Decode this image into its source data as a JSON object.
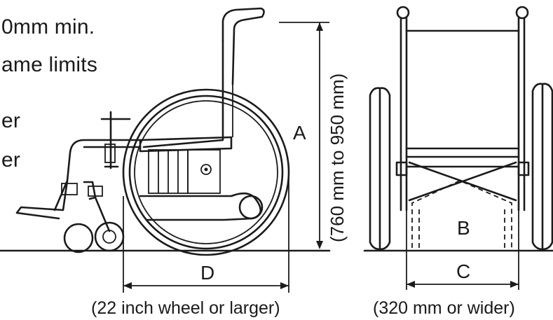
{
  "left_text": [
    "0mm min.",
    "ame limits",
    "er",
    "er"
  ],
  "labels": {
    "A": "A",
    "B": "B",
    "C": "C",
    "D": "D",
    "height_range": "(760 mm to 950 mm)",
    "wheel_caption": "(22 inch wheel or larger)",
    "width_caption": "(320 mm or wider)"
  }
}
